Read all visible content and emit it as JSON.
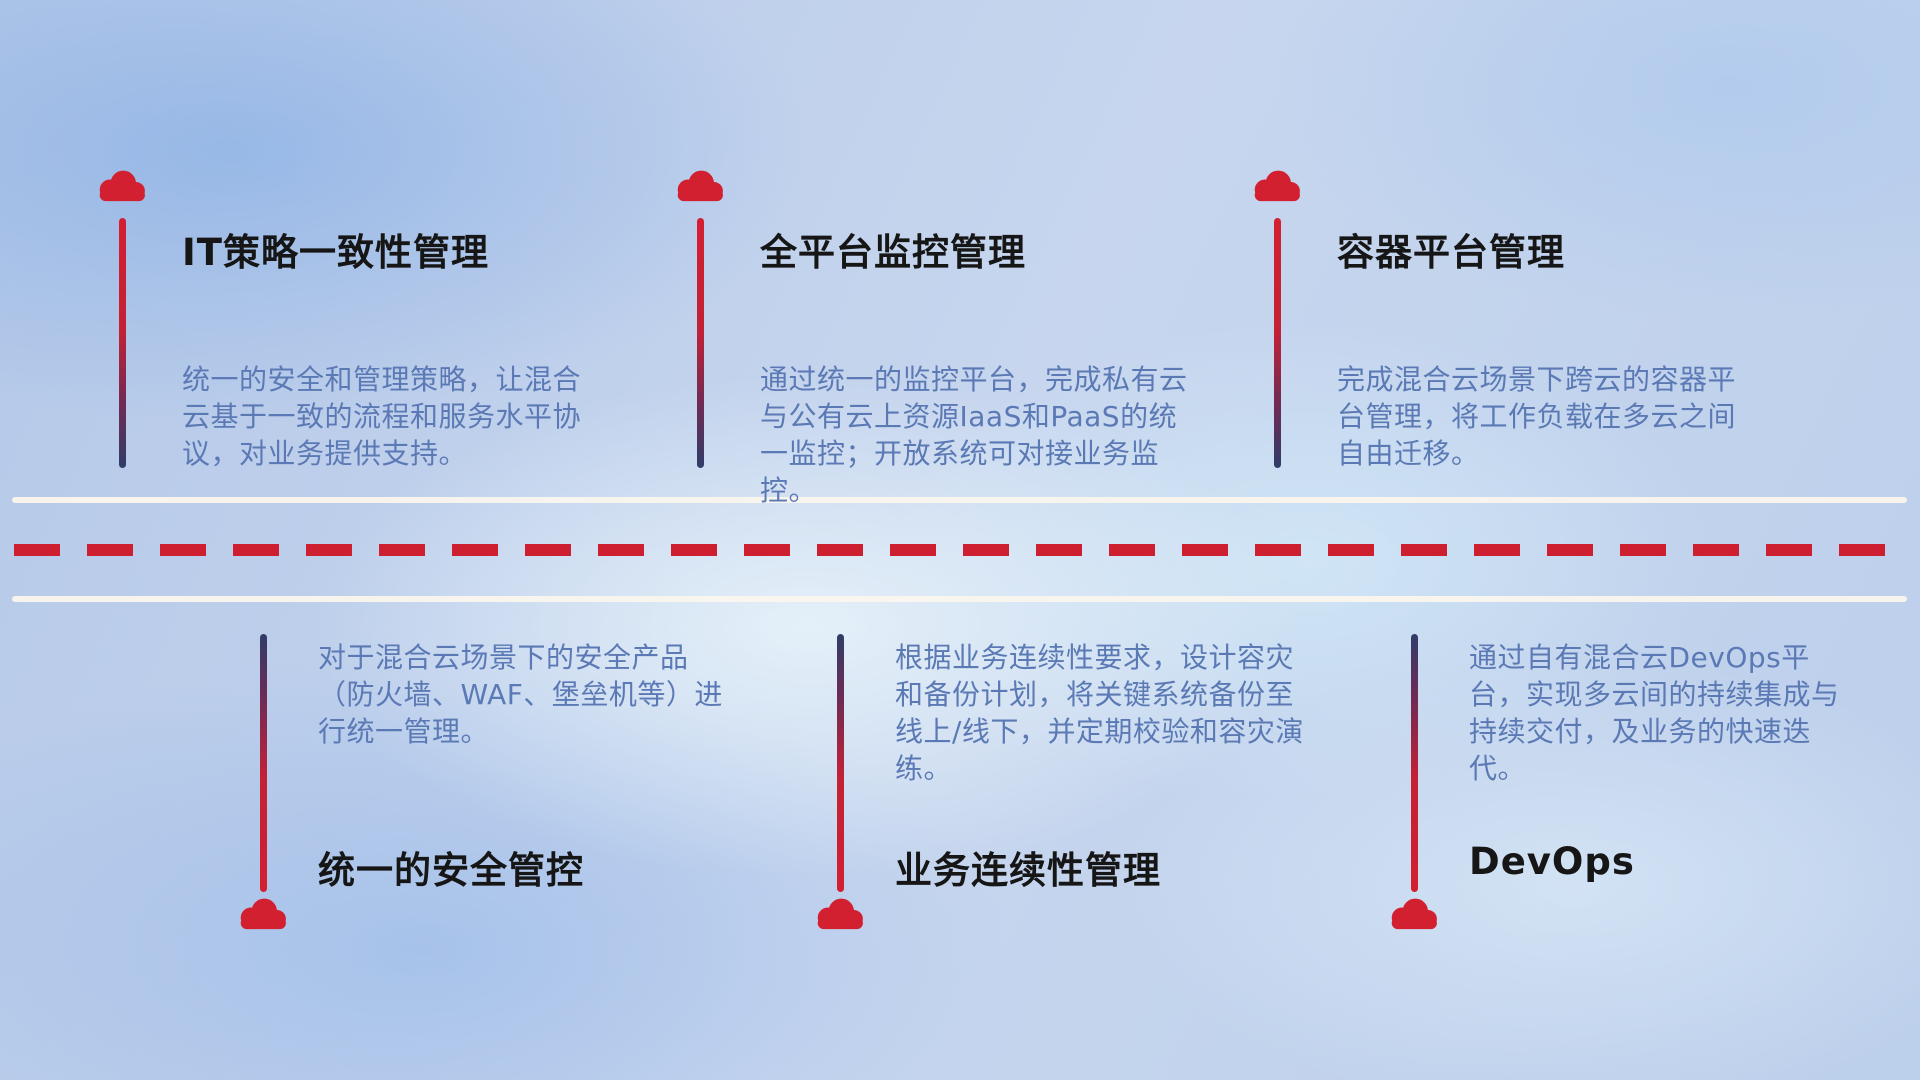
{
  "top_items": [
    {
      "title": "IT策略一致性管理",
      "description": "统一的安全和管理策略，让混合云基于一致的流程和服务水平协议，对业务提供支持。"
    },
    {
      "title": "全平台监控管理",
      "description": "通过统一的监控平台，完成私有云与公有云上资源IaaS和PaaS的统一监控；开放系统可对接业务监控。"
    },
    {
      "title": "容器平台管理",
      "description": "完成混合云场景下跨云的容器平台管理，将工作负载在多云之间自由迁移。"
    }
  ],
  "bottom_items": [
    {
      "title": "统一的安全管控",
      "description": "对于混合云场景下的安全产品（防火墙、WAF、堡垒机等）进行统一管理。"
    },
    {
      "title": "业务连续性管理",
      "description": "根据业务连续性要求，设计容灾和备份计划，将关键系统备份至线上/线下，并定期校验和容灾演练。"
    },
    {
      "title": "DevOps",
      "description": "通过自有混合云DevOps平台，实现多云间的持续集成与持续交付，及业务的快速迭代。"
    }
  ],
  "icons": {
    "marker": "cloud-icon"
  },
  "colors": {
    "cloud_red": "#d32030",
    "pole_navy": "#2f3d68",
    "desc_blue": "#5b79b4",
    "title_color": "#161616",
    "dash_red": "#cd1f2f",
    "road_white": "#faf6ee"
  }
}
